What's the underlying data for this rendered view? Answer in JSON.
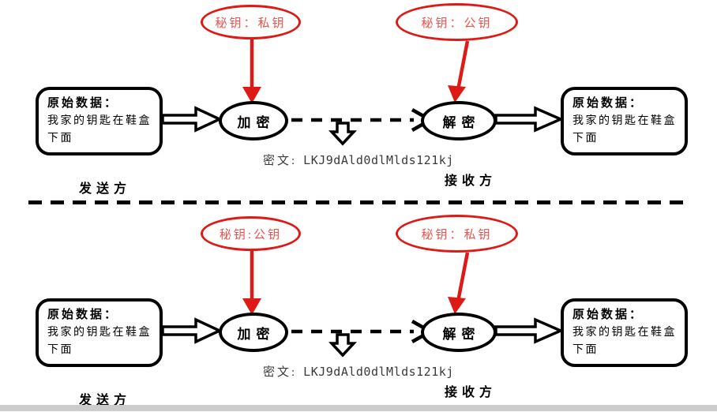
{
  "page": {
    "background_color": "#ffffff",
    "bottom_bar_color": "#cccccc"
  },
  "colors": {
    "key_ellipse_stroke": "#dd1a15",
    "key_text": "#e8534f",
    "diagram_stroke": "#000000",
    "cipher_text": "#3a3a3a"
  },
  "panels": [
    {
      "key_left": {
        "label": "秘钥：私钥"
      },
      "key_right": {
        "label": "秘钥：公钥"
      },
      "source_box": {
        "title": "原始数据：",
        "body": "我家的钥匙在鞋盒下面"
      },
      "dest_box": {
        "title": "原始数据：",
        "body": "我家的钥匙在鞋盒下面"
      },
      "encrypt_label": "加密",
      "decrypt_label": "解密",
      "cipher": {
        "label": "密文:",
        "value": "LKJ9dAld0dlMlds121kj"
      },
      "sender_label": "发送方",
      "receiver_label": "接收方"
    },
    {
      "key_left": {
        "label": "秘钥:公钥"
      },
      "key_right": {
        "label": "秘钥：私钥"
      },
      "source_box": {
        "title": "原始数据：",
        "body": "我家的钥匙在鞋盒下面"
      },
      "dest_box": {
        "title": "原始数据：",
        "body": "我家的钥匙在鞋盒下面"
      },
      "encrypt_label": "加密",
      "decrypt_label": "解密",
      "cipher": {
        "label": "密文:",
        "value": "LKJ9dAld0dlMlds121kj"
      },
      "sender_label": "发送方",
      "receiver_label": "接收方"
    }
  ]
}
